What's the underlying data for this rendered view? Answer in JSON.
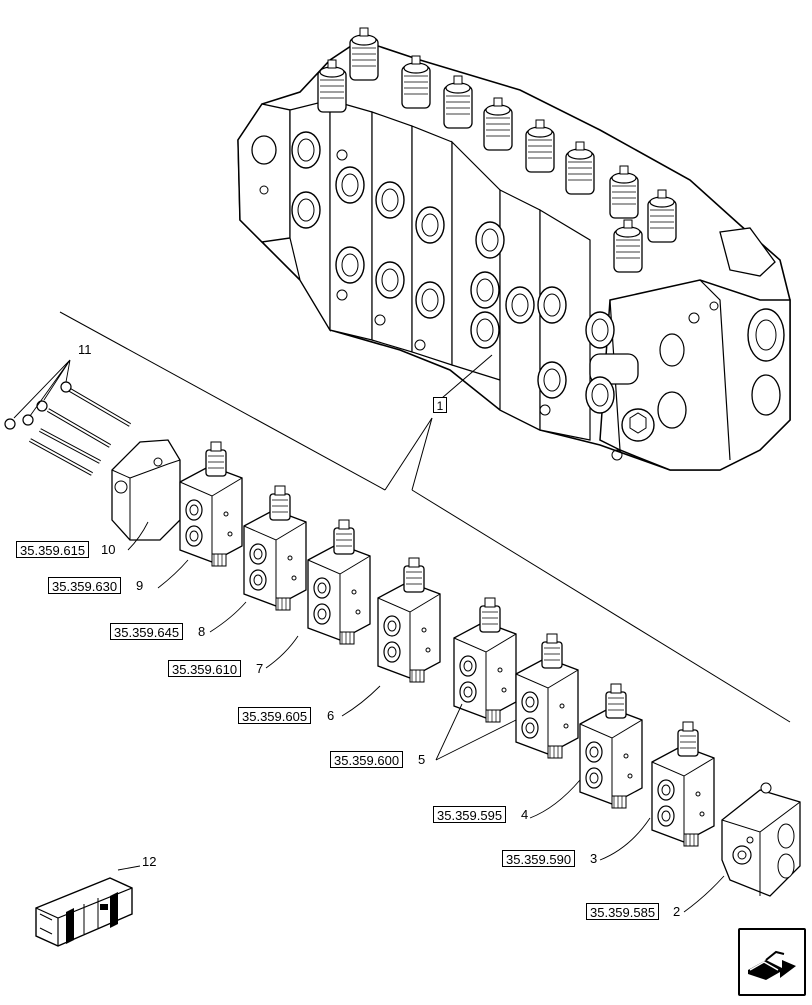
{
  "figure": {
    "main_callout": "1",
    "parts": [
      {
        "ref": "35.359.615",
        "index": "10"
      },
      {
        "ref": "35.359.630",
        "index": "9"
      },
      {
        "ref": "35.359.645",
        "index": "8"
      },
      {
        "ref": "35.359.610",
        "index": "7"
      },
      {
        "ref": "35.359.605",
        "index": "6"
      },
      {
        "ref": "35.359.600",
        "index": "5"
      },
      {
        "ref": "35.359.595",
        "index": "4"
      },
      {
        "ref": "35.359.590",
        "index": "3"
      },
      {
        "ref": "35.359.585",
        "index": "2"
      }
    ],
    "bolts_index": "11",
    "kit_index": "12"
  },
  "nav": {
    "icon": "next-page-arrow-icon"
  }
}
